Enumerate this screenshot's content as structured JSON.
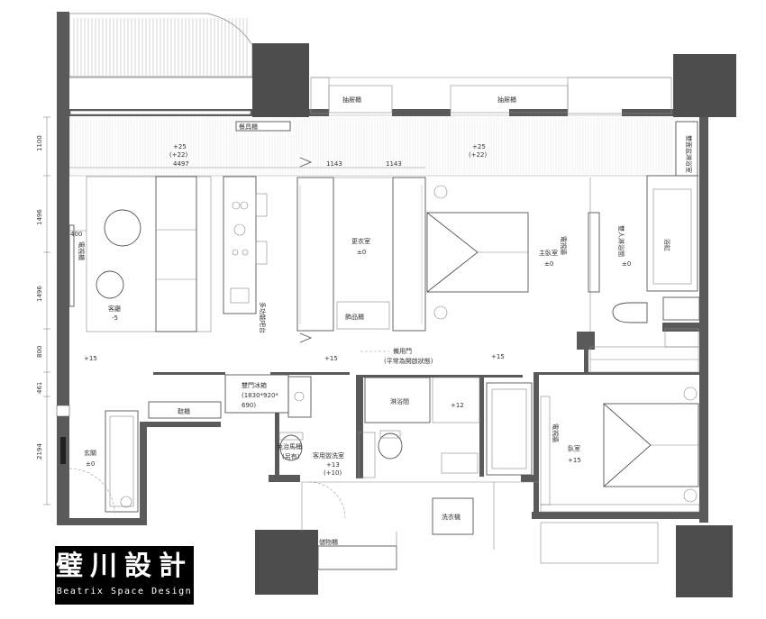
{
  "rooms": {
    "dining_cabinet": "餐具櫃",
    "display_cabinet_1": "抽屜櫃",
    "display_cabinet_2": "抽屜櫃",
    "double_sink_counter": "雙面盆淋浴室",
    "living_room": "客廳",
    "living_room_level": "-5",
    "tv_wall": "電視櫃",
    "kitchen_island": "多功能吧台",
    "walk_in_closet": "更衣室",
    "walk_in_closet_level": "±0",
    "accessory_cabinet": "飾品櫃",
    "master_bedroom": "主臥室",
    "master_bedroom_level": "±0",
    "master_tv_wall": "電視牆",
    "master_bath": "雙人淋浴間",
    "master_bath_level": "±0",
    "bathtub": "浴缸",
    "spare_door": "備用門",
    "spare_door_note": "(平常為開啟狀態)",
    "shower_room": "淋浴間",
    "shower_level": "+12",
    "fridge": "雙門冰箱",
    "fridge_size_1": "(1830*920*",
    "fridge_size_2": "690)",
    "shoe_cabinet": "鞋櫃",
    "entrance": "玄關",
    "entrance_level": "±0",
    "guest_toilet_1": "免治馬桶",
    "guest_toilet_2": "(另有)",
    "guest_bath": "客用盥洗室",
    "guest_bath_level_1": "+13",
    "guest_bath_level_2": "(+10)",
    "bedroom": "臥室",
    "bedroom_level": "+15",
    "bedroom_wardrobe": "電視牆",
    "washer": "洗衣機",
    "storage": "儲物櫃"
  },
  "levels": {
    "balcony_left_1": "+25",
    "balcony_left_2": "(+22)",
    "balcony_right_1": "+25",
    "balcony_right_2": "(+22)",
    "corridor_left": "+15",
    "corridor_mid": "+15",
    "corridor_right": "+15"
  },
  "dimensions": {
    "h1": "4497",
    "h2": "1143",
    "h3": "1143",
    "h4": "400",
    "v1": "1100",
    "v2": "1496",
    "v3": "1496",
    "v4": "800",
    "v5": "461",
    "v6": "2194"
  },
  "brand": {
    "name": "璧川設計",
    "subtitle": "Beatrix Space Design"
  },
  "colors": {
    "wall": "#5a5a5a",
    "logo_bg": "#000000",
    "logo_text": "#ffffff"
  }
}
